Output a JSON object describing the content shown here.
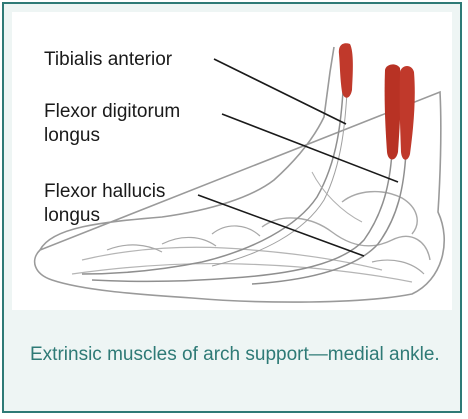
{
  "labels": {
    "tibialis_anterior": "Tibialis anterior",
    "flexor_digitorum": "Flexor digitorum\nlongus",
    "flexor_hallucis": "Flexor hallucis\nlongus"
  },
  "caption": "Extrinsic muscles of arch support—medial ankle.",
  "colors": {
    "border": "#2e7a76",
    "caption": "#2e7a76",
    "muscle": "#c0392b",
    "outline": "#9a9a9a"
  }
}
